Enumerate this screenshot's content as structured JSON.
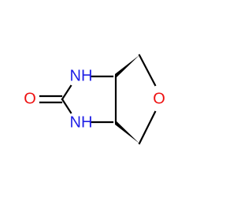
{
  "atoms": {
    "nh_top": {
      "symbol": "NH",
      "color": "#1f1fe6"
    },
    "nh_bottom": {
      "symbol": "NH",
      "color": "#1f1fe6"
    },
    "o_carbonyl": {
      "symbol": "O",
      "color": "#ee1111"
    },
    "o_ring": {
      "symbol": "O",
      "color": "#ee1111"
    }
  },
  "colors": {
    "bond": "#000000",
    "background": "#ffffff"
  }
}
